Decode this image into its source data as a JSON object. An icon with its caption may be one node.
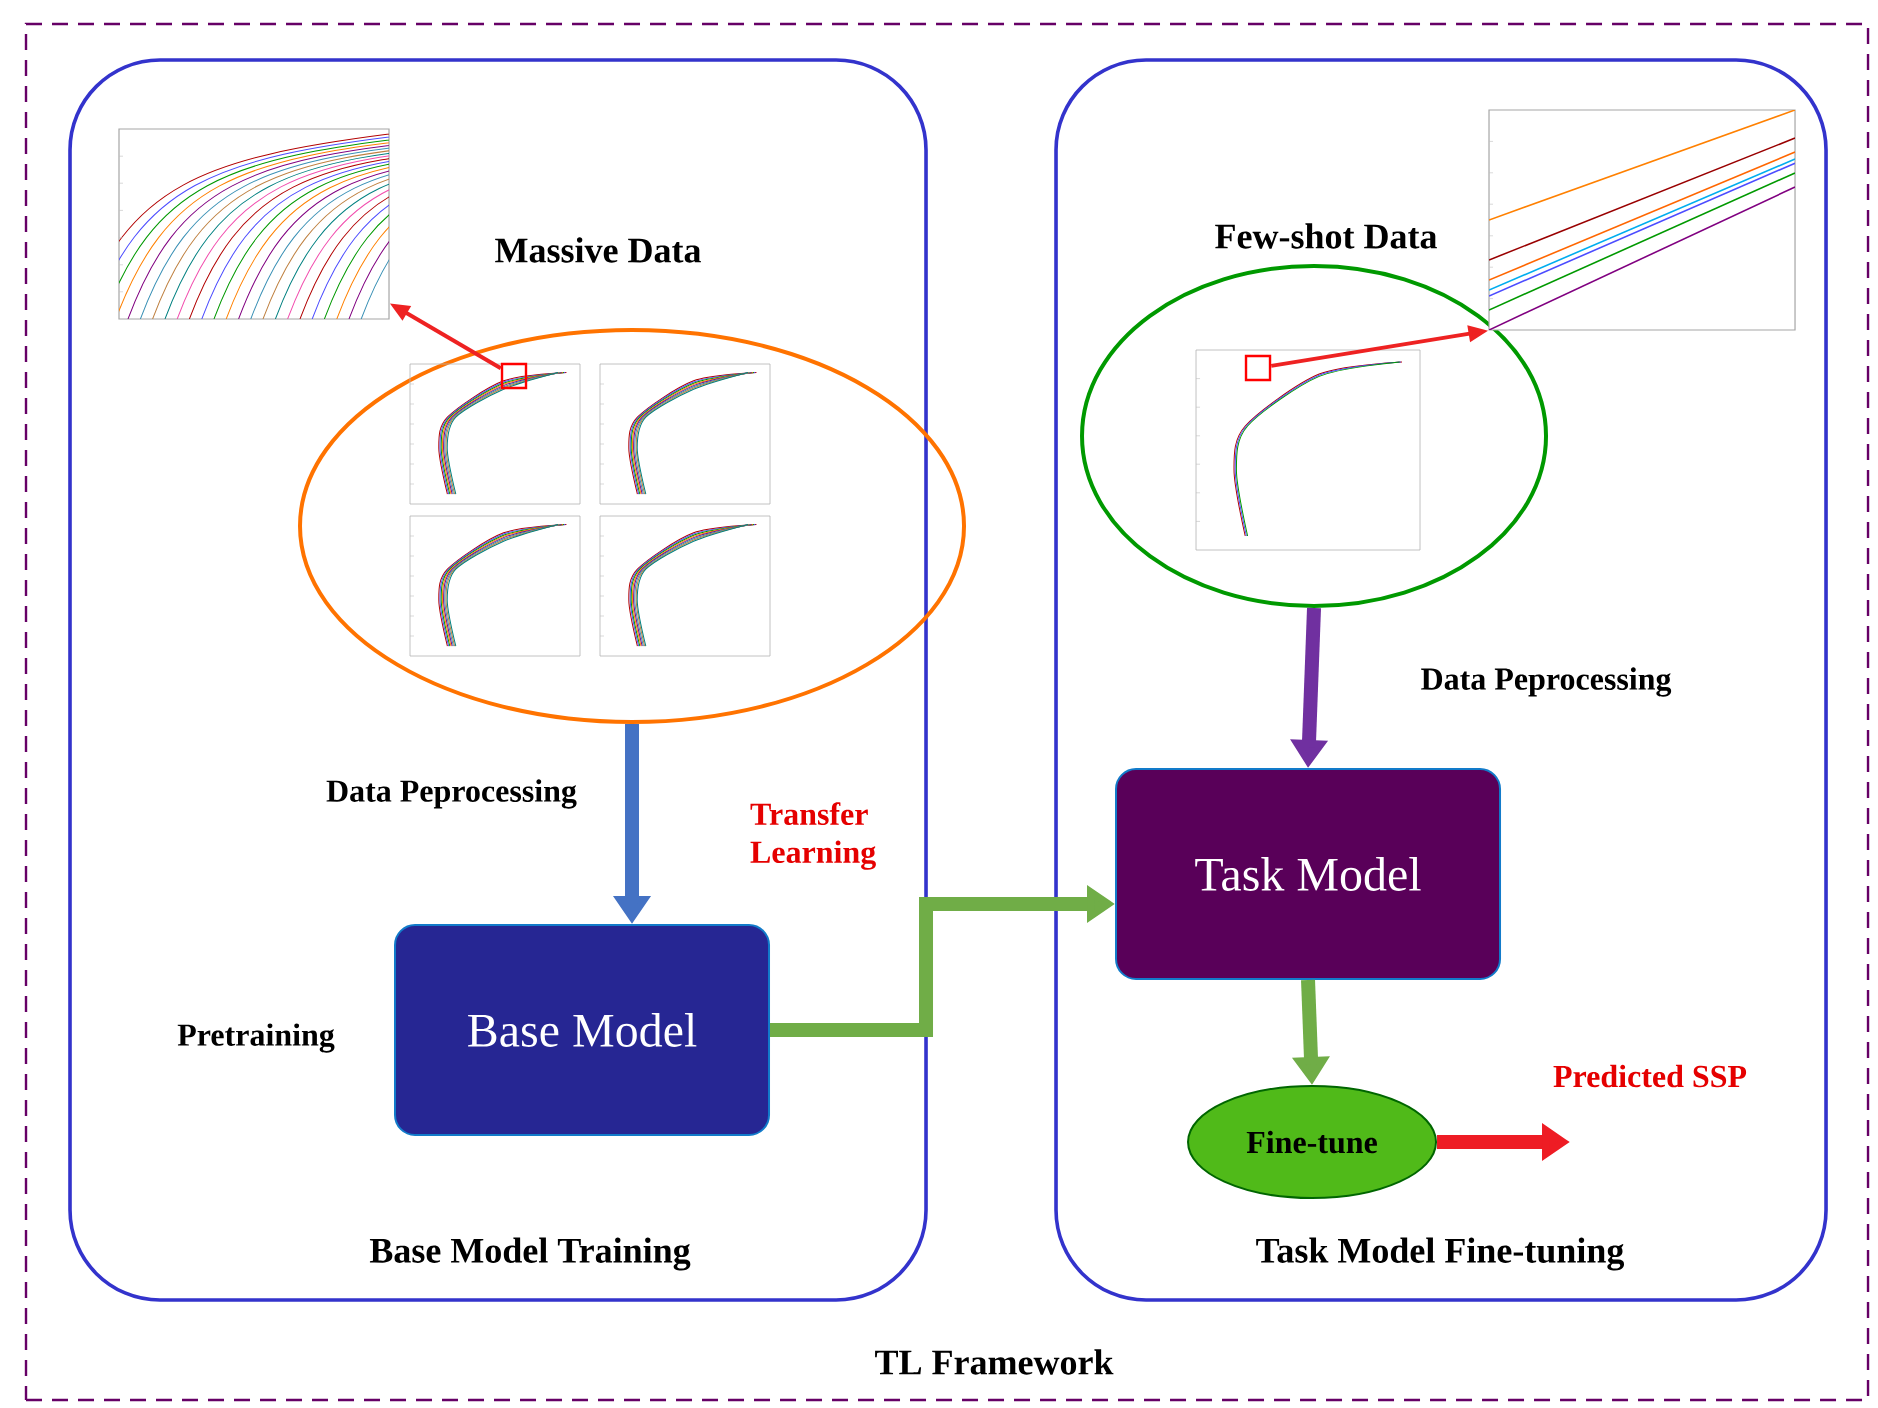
{
  "diagram": {
    "nodes": [
      {
        "text": [
          "TL Framework"
        ]
      },
      {
        "text": [
          "Base Model Training"
        ],
        "in": 0
      },
      {
        "text": [],
        "shape": "ellipse",
        "in": 1
      },
      {
        "text": [],
        "shape": "box",
        "in": 2
      },
      {
        "text": [],
        "shape": "picture",
        "in": 1
      },
      {
        "text": [
          "Base Model"
        ],
        "in": 1,
        "beside": [
          "Pretraining"
        ]
      },
      {
        "text": [
          "Task Model Fine-tuning"
        ],
        "in": 0
      },
      {
        "text": [],
        "shape": "ellipse",
        "in": 6
      },
      {
        "text": [],
        "shape": "box",
        "in": 7
      },
      {
        "text": [],
        "shape": "picture",
        "in": 6
      },
      {
        "text": [
          "Task Model"
        ],
        "in": 6
      },
      {
        "text": [
          "Fine-tune"
        ],
        "in": 6
      }
    ],
    "edges": [
      {
        "from": 3,
        "to": 4,
        "arrow": "to",
        "color": "#ee2222"
      },
      {
        "from": 2,
        "to": 5,
        "arrow": "to",
        "color": "#4472c4",
        "label": "Data Peprocessing"
      },
      {
        "from": 5,
        "to": 10,
        "arrow": "to",
        "color": "#70ad47",
        "label": "Transfer Learning"
      },
      {
        "from": 8,
        "to": 9,
        "arrow": "to",
        "color": "#ee2222"
      },
      {
        "from": 7,
        "to": 10,
        "arrow": "to",
        "color": "#7030a0",
        "label": "Data Peprocessing"
      },
      {
        "from": 10,
        "to": 11,
        "arrow": "to",
        "color": "#70ad47"
      },
      {
        "from": 11,
        "to": null,
        "arrow": "to",
        "color": "#ee1c24",
        "label": "Predicted SSP"
      }
    ],
    "labels": [
      "Massive Data",
      "Few-shot Data"
    ]
  }
}
